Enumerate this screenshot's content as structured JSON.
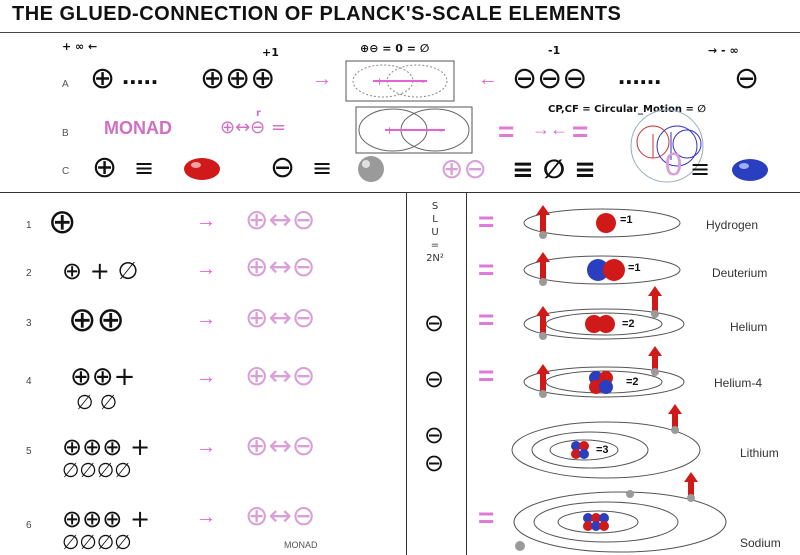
{
  "title": "THE GLUED-CONNECTION OF PLANCK'S-SCALE ELEMENTS",
  "header": {
    "plus_infinity": "+ ∞ ←",
    "plus_one": "+1",
    "zero_eq": "⊕⊖ = 0 = ∅",
    "minus_one": "-1",
    "minus_infinity": "→ - ∞"
  },
  "rows_top": {
    "a_label": "A",
    "b_label": "B",
    "c_label": "C",
    "a_plus_left": "⊕",
    "a_dots_left": ".....",
    "a_plus_group": "⊕⊕⊕",
    "a_minus_group": "⊖⊖⊖",
    "a_dots_right": "......",
    "a_minus_right": "⊖",
    "b_monad": "MONAD",
    "b_formula": "⊕↔⊖ =",
    "b_r": "r",
    "b_cp": "CP,CF = Circular_Motion = ∅",
    "c_plus": "⊕",
    "c_minus": "⊖",
    "c_pairs": "⊕⊖",
    "c_empty": "≡ ∅ ≡",
    "c_zero": "0",
    "equiv": "≡"
  },
  "lower": {
    "rows": [
      {
        "num": "1",
        "left": "⊕",
        "left2": "",
        "monad": "⊕↔⊖",
        "mid": "",
        "element": "Hydrogen",
        "count": "=1"
      },
      {
        "num": "2",
        "left": "⊕ + ∅",
        "left2": "",
        "monad": "⊕↔⊖",
        "mid": "",
        "element": "Deuterium",
        "count": "=1"
      },
      {
        "num": "3",
        "left": "⊕⊕",
        "left2": "",
        "monad": "⊕↔⊖",
        "mid": "⊖",
        "element": "Helium",
        "count": "=2"
      },
      {
        "num": "4",
        "left": "⊕⊕+",
        "left2": "∅  ∅",
        "monad": "⊕↔⊖",
        "mid": "⊖",
        "element": "Helium-4",
        "count": "=2"
      },
      {
        "num": "5",
        "left": "⊕⊕⊕ +",
        "left2": "∅∅∅∅",
        "monad": "⊕↔⊖",
        "mid": "⊖",
        "element": "Lithium",
        "count": "=3"
      },
      {
        "num": "6",
        "left": "⊕⊕⊕ +",
        "left2": "∅∅∅∅",
        "monad": "⊕↔⊖",
        "mid": "",
        "element": "Sodium",
        "count": ""
      }
    ],
    "slu": [
      "S",
      "L",
      "U",
      "=",
      "2N²"
    ],
    "monad_caption": "MONAD",
    "arrow": "→",
    "equals": "="
  },
  "colors": {
    "pink": "#d06fc4",
    "red_ball": "#d01a1a",
    "blue_ball": "#2a3fbf",
    "grey_ball": "#9a9a9a"
  }
}
